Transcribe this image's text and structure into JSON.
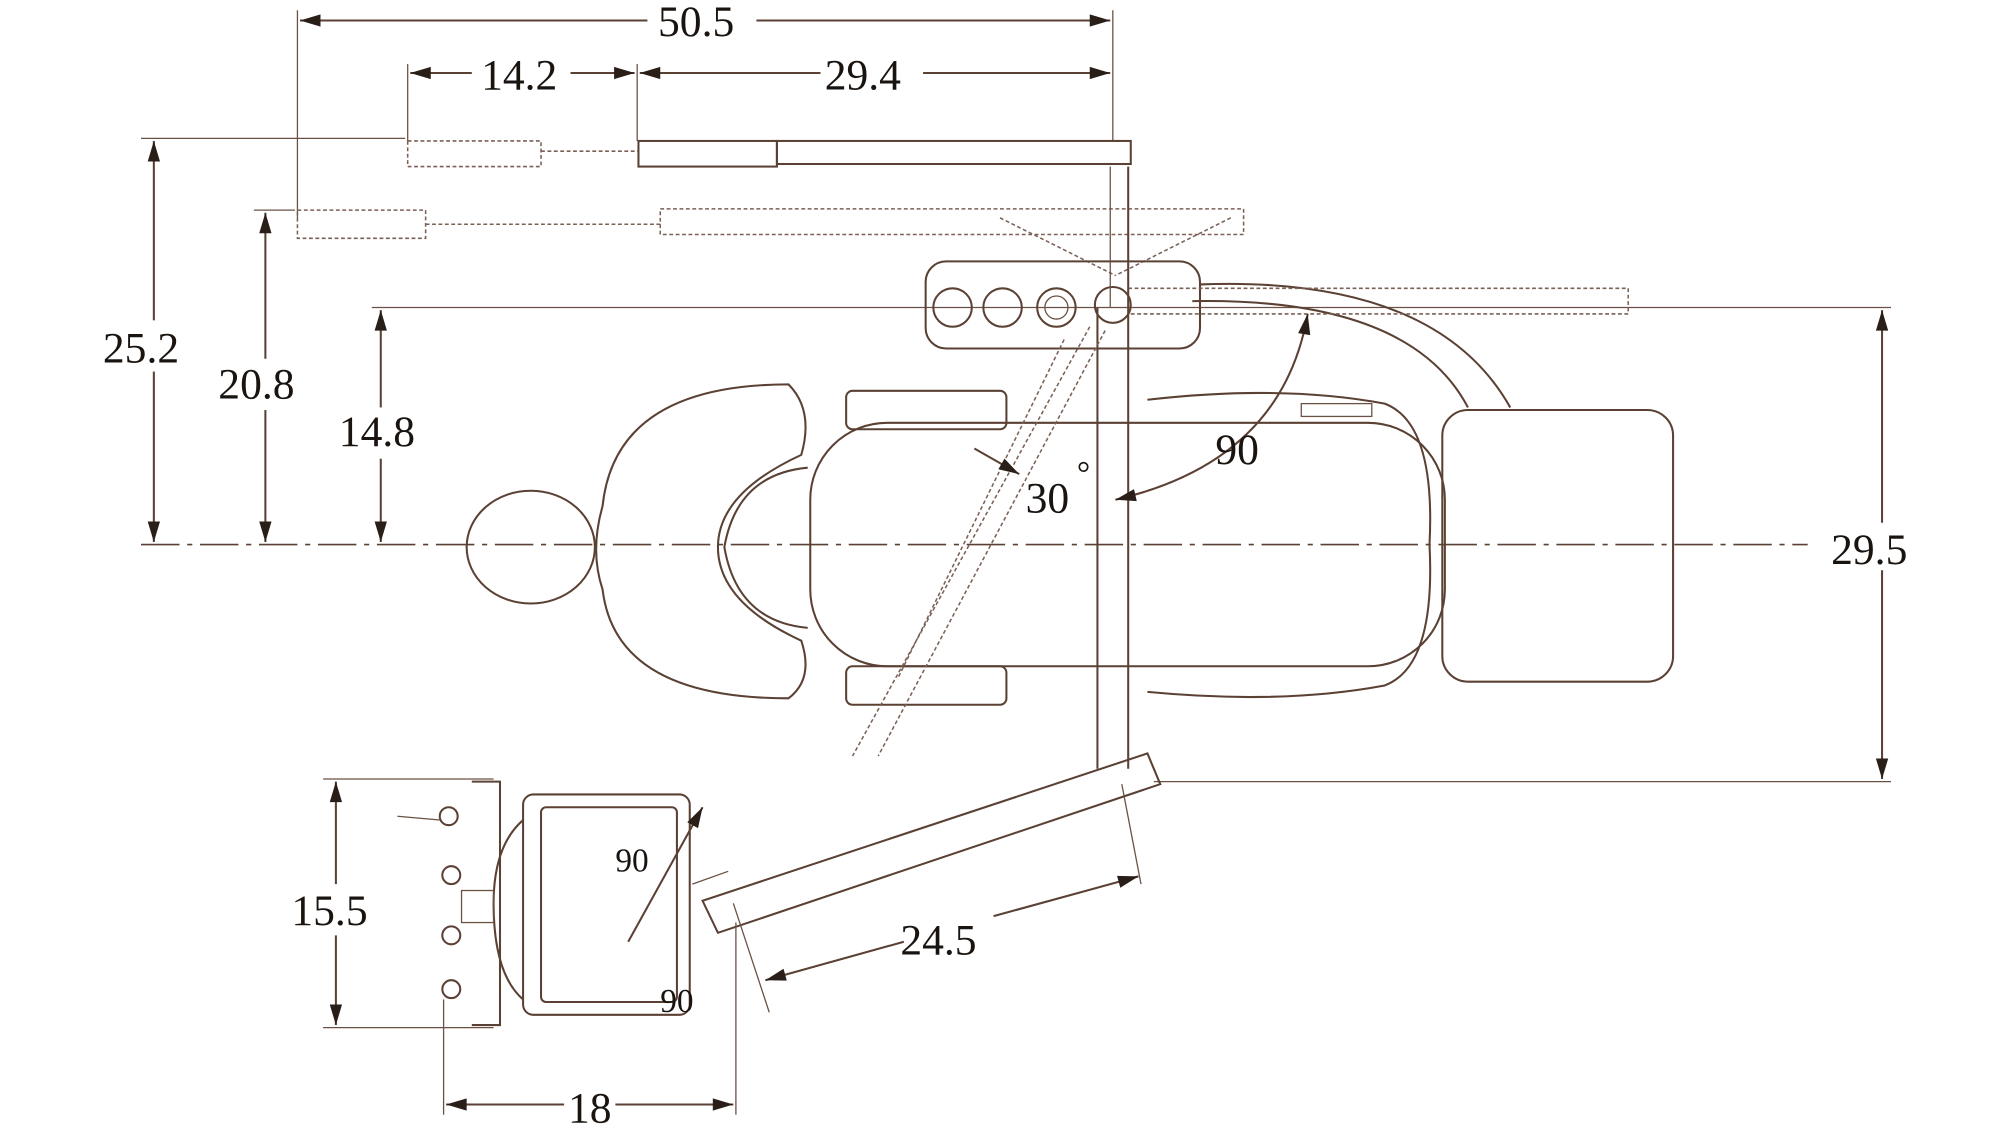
{
  "title": "Dental chair top-view dimension drawing",
  "colors": {
    "line": "#5b4034",
    "text": "#1a1410"
  },
  "dimensions": {
    "overall_arm_reach": "50.5",
    "arm_segment_1": "14.2",
    "arm_segment_2": "29.4",
    "height_upper_arm": "25.2",
    "height_lower_arm": "20.8",
    "height_spittoon": "14.8",
    "chair_depth": "29.5",
    "tray_height": "15.5",
    "tray_width": "18",
    "tray_arm_length": "24.5"
  },
  "angles": {
    "lamp_swing": "30",
    "degree_mark": "°",
    "arm_right": "90",
    "tray_upper": "90",
    "tray_lower": "90"
  }
}
